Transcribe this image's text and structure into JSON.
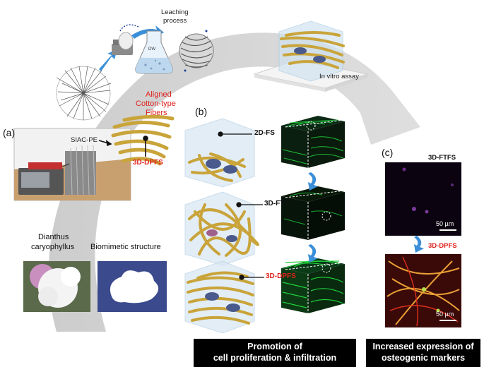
{
  "panels": {
    "a": "(a)",
    "b": "(b)",
    "c": "(c)"
  },
  "process": {
    "leaching_line1": "Leaching",
    "leaching_line2": "process",
    "flask_label": "DW",
    "in_vitro": "In vitro assay"
  },
  "fiber": {
    "aligned_line1": "Aligned",
    "aligned_line2": "Cotton-type",
    "aligned_line3": "Fibers",
    "siac_pe": "SIAC-PE",
    "dpfs": "3D-DPFS"
  },
  "flower": {
    "dianthus_line1": "Dianthus",
    "dianthus_line2": "caryophyllus",
    "biomimetic": "Biomimetic structure"
  },
  "scaffolds": [
    {
      "label": "2D-FS",
      "color": "#111111"
    },
    {
      "label": "3D-FTFS",
      "color": "#111111"
    },
    {
      "label": "3D-DPFS",
      "color": "#e0201c"
    }
  ],
  "markers": {
    "top_label": "3D-FTFS",
    "bottom_label": "3D-DPFS",
    "scale_top": "50 µm",
    "scale_bottom": "50 µm"
  },
  "captions": {
    "proliferation_line1": "Promotion of",
    "proliferation_line2": "cell proliferation & infiltration",
    "osteogenic_line1": "Increased expression of",
    "osteogenic_line2": "osteogenic markers"
  },
  "colors": {
    "fiber": "#c9a43a",
    "cell": "#4a5a8c",
    "fluorescence": "#1fd13a",
    "accent_red": "#e0201c",
    "arrow_blue": "#3a8fd8",
    "arc_gray": "#bdbdbd"
  }
}
